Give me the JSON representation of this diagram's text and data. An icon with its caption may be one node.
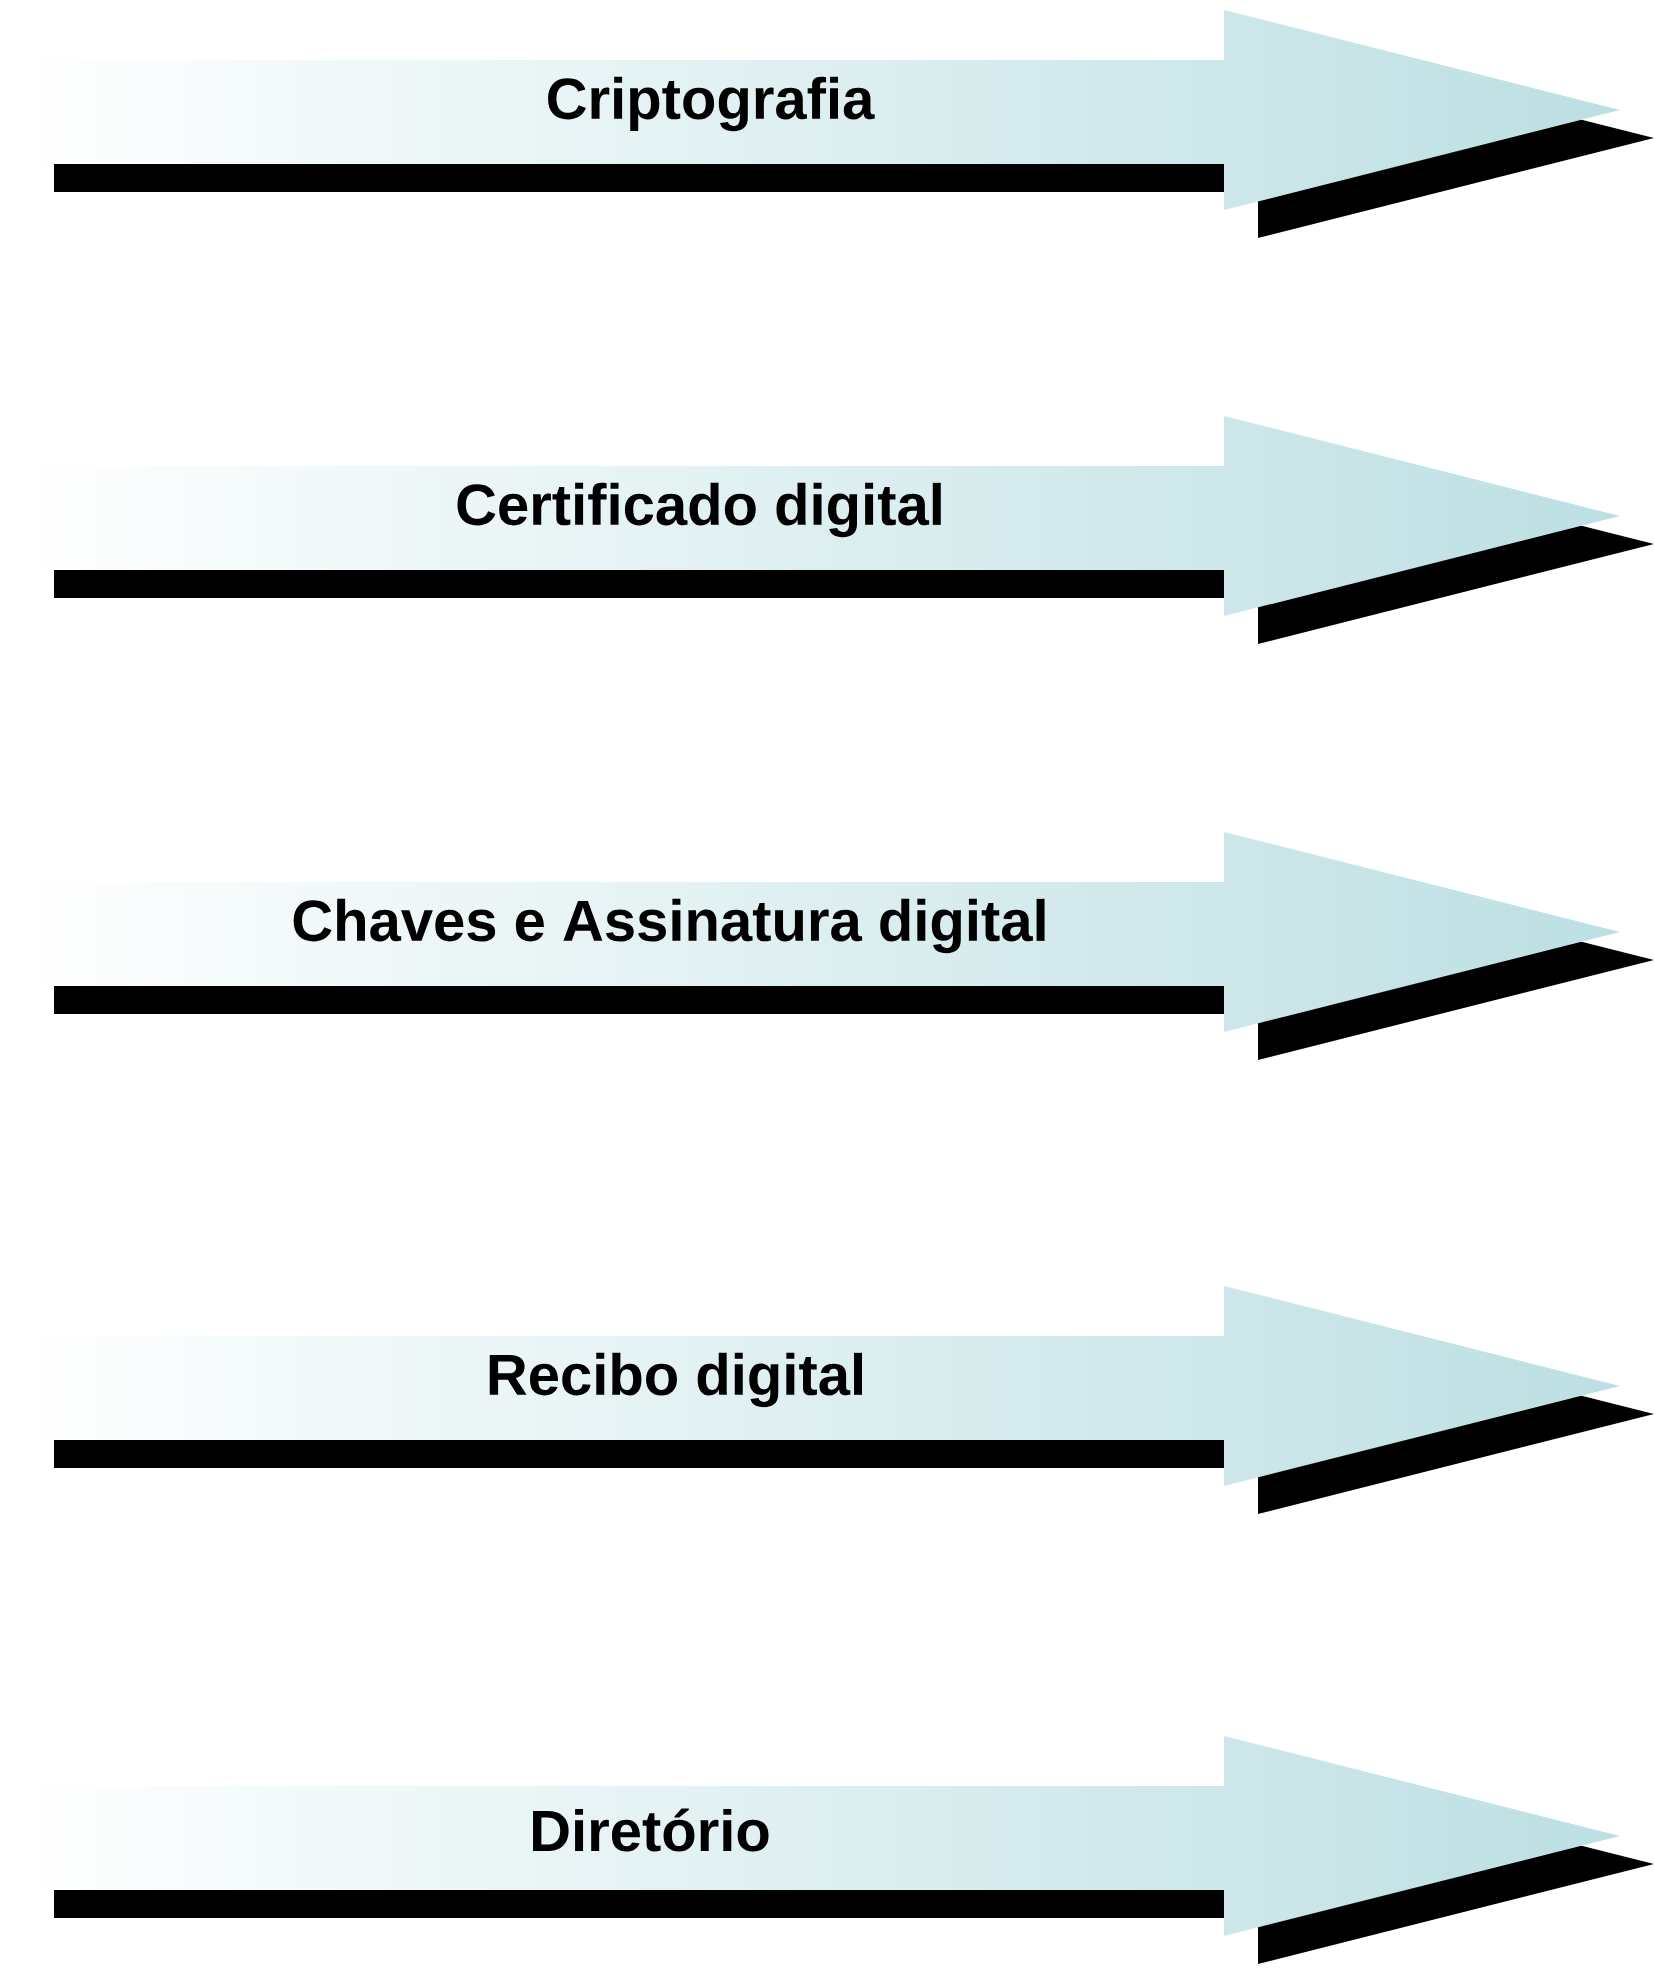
{
  "diagram": {
    "nodes": [
      {
        "text": [
          "Criptografia"
        ]
      },
      {
        "text": [
          "Certificado digital"
        ]
      },
      {
        "text": [
          "Chaves e Assinatura digital"
        ]
      },
      {
        "text": [
          "Recibo digital"
        ]
      },
      {
        "text": [
          "Diretório"
        ]
      }
    ]
  }
}
